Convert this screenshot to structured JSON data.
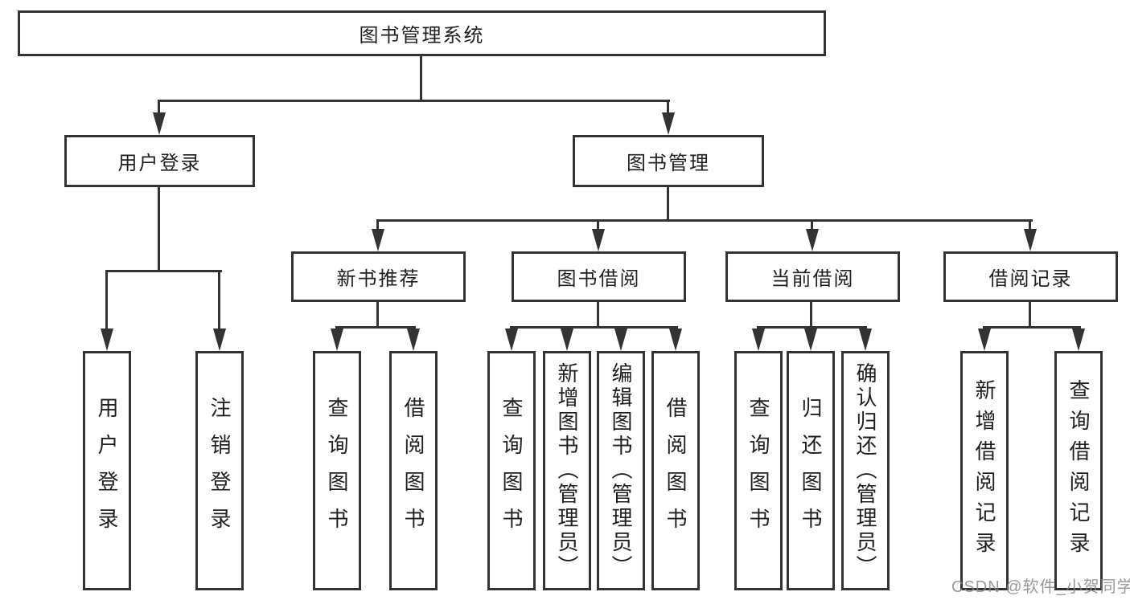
{
  "diagram": {
    "type": "tree",
    "title": "图书管理系统",
    "watermark": "CSDN @软件_小贺同学",
    "nodes": {
      "root": {
        "label": "图书管理系统"
      },
      "user_login": {
        "label": "用户登录"
      },
      "book_mgmt": {
        "label": "图书管理"
      },
      "new_book_rec": {
        "label": "新书推荐"
      },
      "book_borrow": {
        "label": "图书借阅"
      },
      "current_borrow": {
        "label": "当前借阅"
      },
      "borrow_record": {
        "label": "借阅记录"
      },
      "leaf_user_login": {
        "label": "用户登录"
      },
      "leaf_logout": {
        "label": "注销登录"
      },
      "leaf_query_book_a": {
        "label": "查询图书"
      },
      "leaf_borrow_book_a": {
        "label": "借阅图书"
      },
      "leaf_query_book_b": {
        "label": "查询图书"
      },
      "leaf_add_book": {
        "label": "新增图书（管理员）"
      },
      "leaf_edit_book": {
        "label": "编辑图书（管理员）"
      },
      "leaf_borrow_book_b": {
        "label": "借阅图书"
      },
      "leaf_query_book_c": {
        "label": "查询图书"
      },
      "leaf_return_book": {
        "label": "归还图书"
      },
      "leaf_confirm_return": {
        "label": "确认归还（管理员）"
      },
      "leaf_add_record": {
        "label": "新增借阅记录"
      },
      "leaf_query_record": {
        "label": "查询借阅记录"
      }
    },
    "hierarchy": {
      "图书管理系统": {
        "用户登录": [
          "用户登录",
          "注销登录"
        ],
        "图书管理": {
          "新书推荐": [
            "查询图书",
            "借阅图书"
          ],
          "图书借阅": [
            "查询图书",
            "新增图书（管理员）",
            "编辑图书（管理员）",
            "借阅图书"
          ],
          "当前借阅": [
            "查询图书",
            "归还图书",
            "确认归还（管理员）"
          ],
          "借阅记录": [
            "新增借阅记录",
            "查询借阅记录"
          ]
        }
      }
    },
    "colors": {
      "line": "#333333",
      "text": "#1f1f1f",
      "background": "#ffffff",
      "watermark_text": "#878787"
    }
  }
}
